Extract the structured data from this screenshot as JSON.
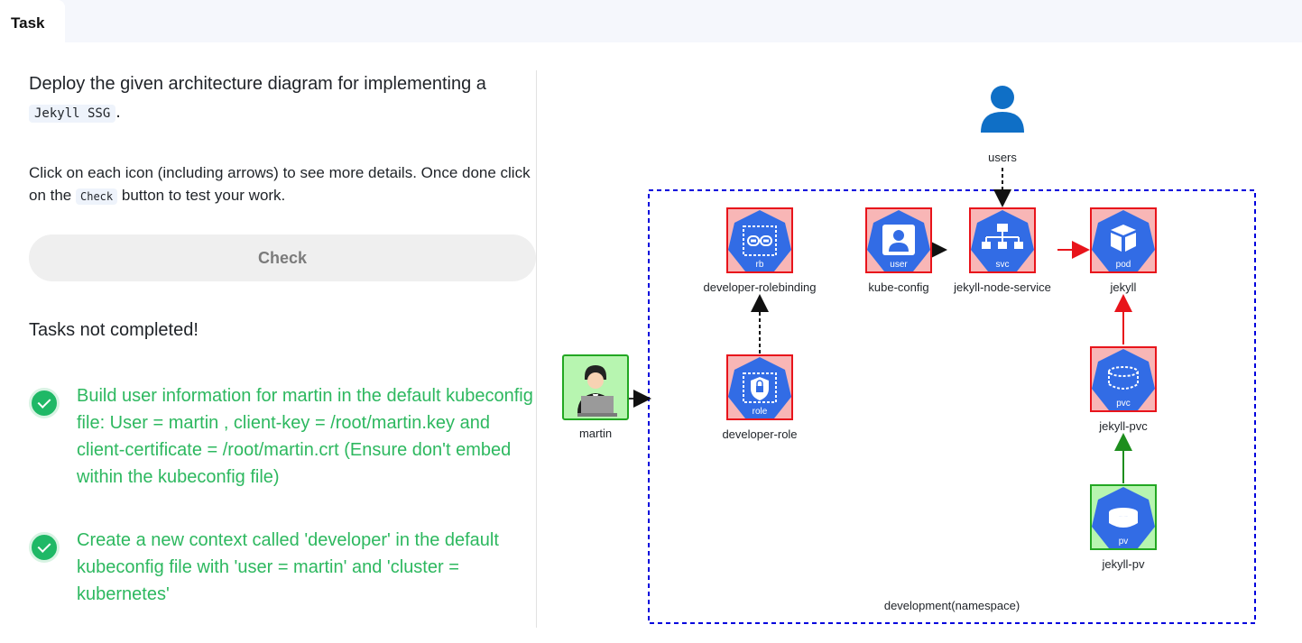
{
  "tab": {
    "label": "Task"
  },
  "instructions": {
    "line1": "Deploy the given architecture diagram for implementing a",
    "code1": "Jekyll SSG",
    "line1_end": ".",
    "hint_before": "Click on each icon (including arrows) to see more details. Once done click on the",
    "hint_code": "Check",
    "hint_after": "button to test your work."
  },
  "check_button": {
    "label": "Check"
  },
  "status": "Tasks not completed!",
  "tasks": [
    {
      "text": "Build user information for martin in the default kubeconfig file: User = martin , client-key = /root/martin.key and client-certificate = /root/martin.crt (Ensure don't embed within the kubeconfig file)",
      "done": true
    },
    {
      "text": "Create a new context called 'developer' in the default kubeconfig file with 'user = martin' and 'cluster = kubernetes'",
      "done": true
    }
  ],
  "diagram": {
    "users_label": "users",
    "namespace_label": "development(namespace)",
    "nodes": {
      "martin": {
        "label": "martin"
      },
      "rb": {
        "badge": "rb",
        "label": "developer-rolebinding"
      },
      "role": {
        "badge": "role",
        "label": "developer-role"
      },
      "user": {
        "badge": "user",
        "label": "kube-config"
      },
      "svc": {
        "badge": "svc",
        "label": "jekyll-node-service"
      },
      "pod": {
        "badge": "pod",
        "label": "jekyll"
      },
      "pvc": {
        "badge": "pvc",
        "label": "jekyll-pvc"
      },
      "pv": {
        "badge": "pv",
        "label": "jekyll-pv"
      }
    },
    "colors": {
      "k8s_blue": "#326ce5",
      "incomplete_fill": "#f8b6b6",
      "incomplete_border": "#e8141b",
      "complete_fill": "#b7f5b0",
      "complete_border": "#22a722",
      "namespace_border": "#0000dd",
      "users_icon": "#0f6fc6"
    }
  }
}
